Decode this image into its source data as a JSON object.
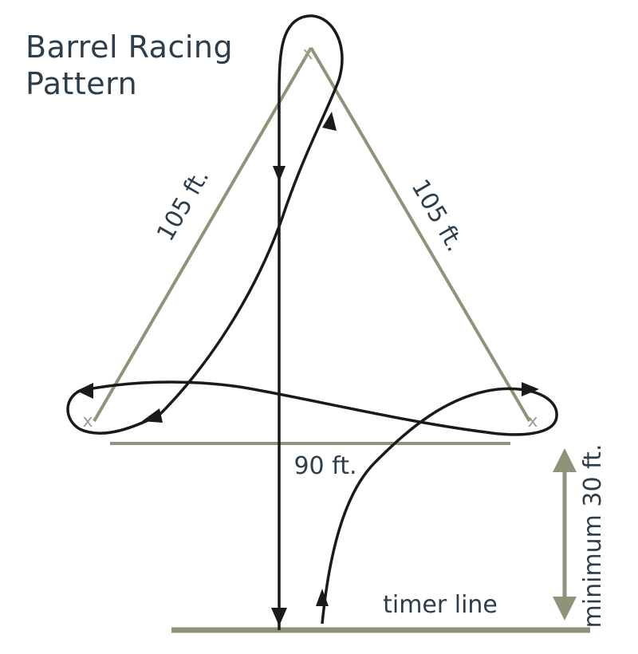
{
  "title": {
    "line1": "Barrel Racing",
    "line2": "Pattern"
  },
  "labels": {
    "left_side": "105 ft.",
    "right_side": "105 ft.",
    "base": "90 ft.",
    "minimum": "minimum 30 ft.",
    "timer_line": "timer line"
  },
  "barrel_marker": "x",
  "colors": {
    "triangle_line": "#8f9379",
    "path": "#1a1a1a",
    "text": "#2c3e4c",
    "barrel_mark": "#9aa08c"
  }
}
